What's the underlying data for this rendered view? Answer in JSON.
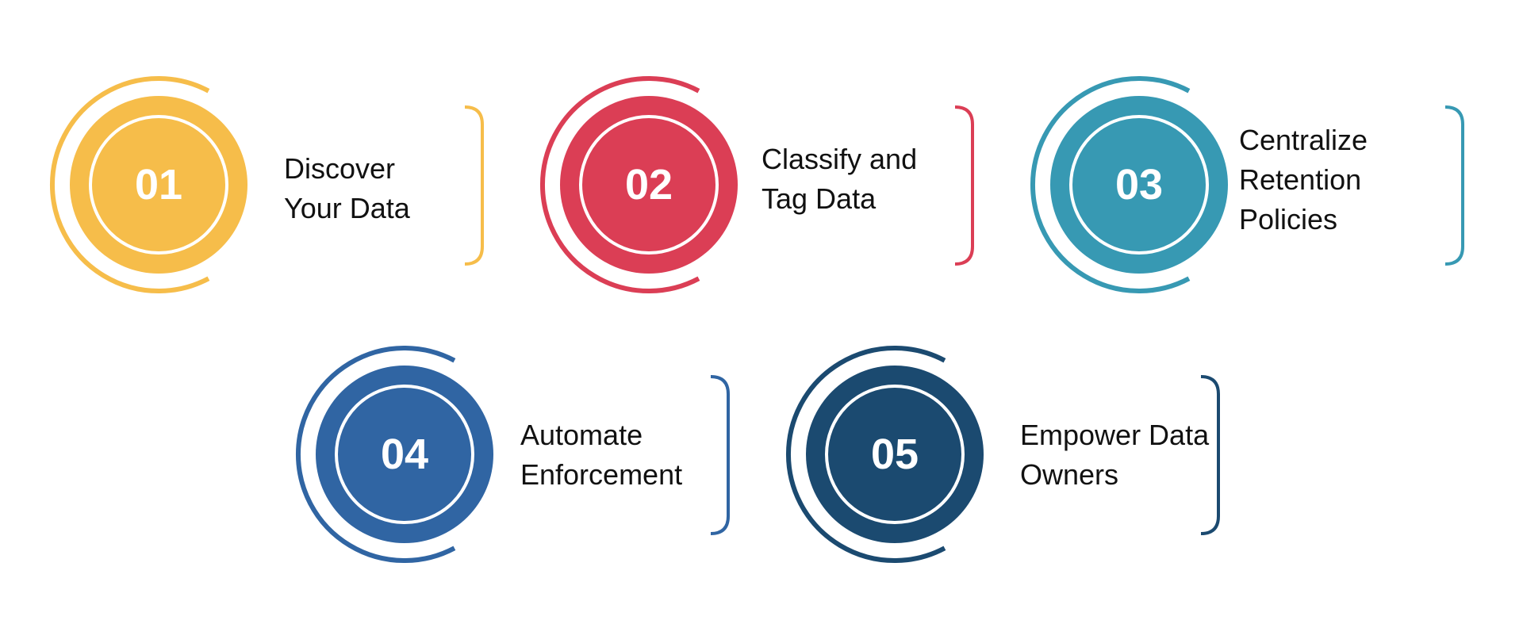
{
  "steps": [
    {
      "number": "01",
      "label": "Discover Your Data",
      "color": "#F6BD4A"
    },
    {
      "number": "02",
      "label": "Classify and Tag Data",
      "color": "#DB3E55"
    },
    {
      "number": "03",
      "label": "Centralize Retention Policies",
      "color": "#3799B3"
    },
    {
      "number": "04",
      "label": "Automate Enforcement",
      "color": "#3065A3"
    },
    {
      "number": "05",
      "label": "Empower Data Owners",
      "color": "#1B4A70"
    }
  ]
}
